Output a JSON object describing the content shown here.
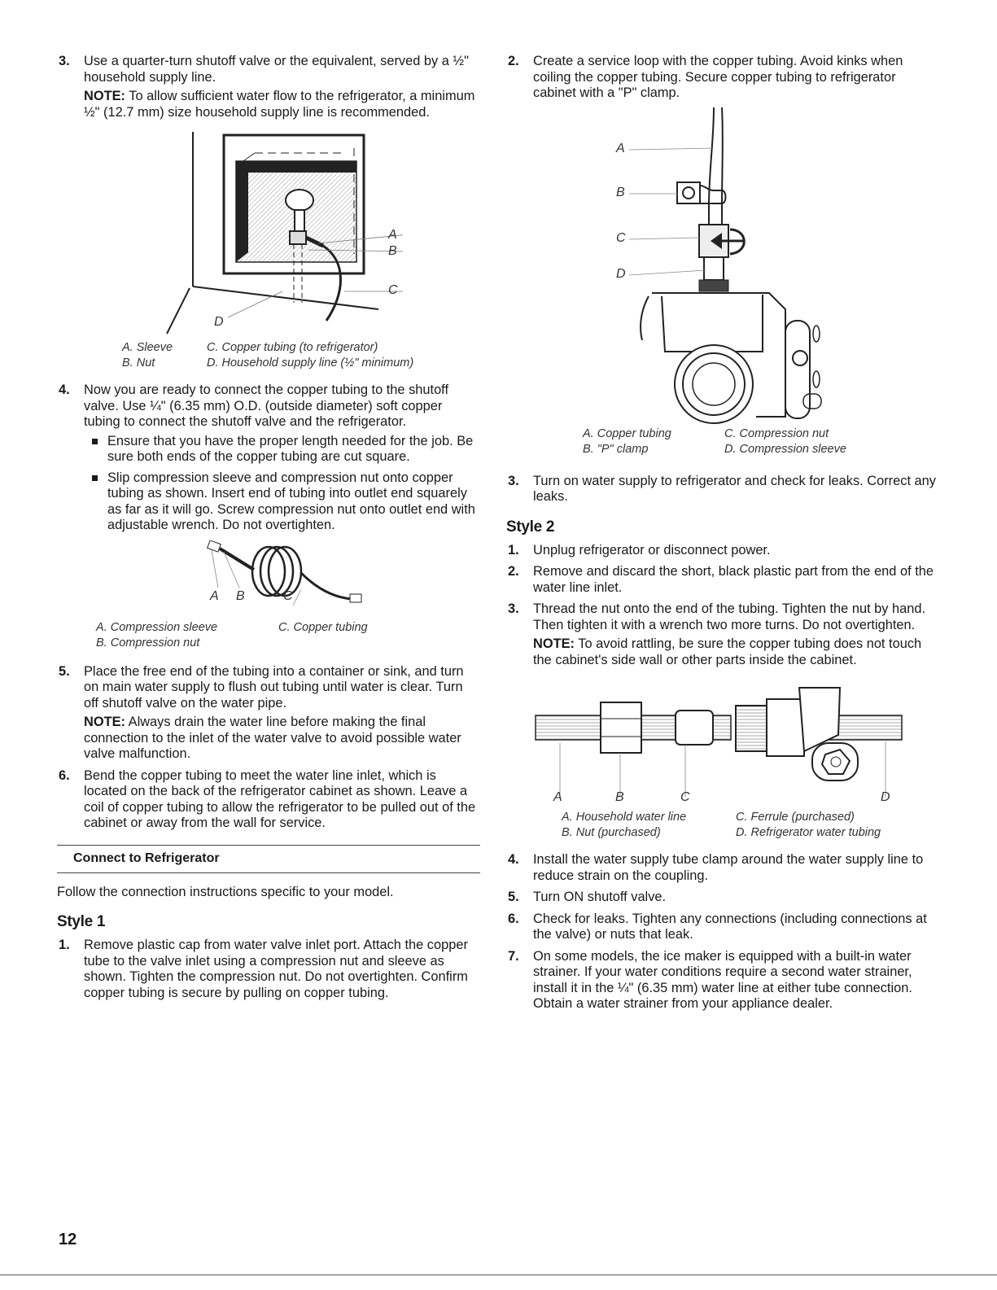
{
  "left": {
    "step3": {
      "num": "3.",
      "text": "Use a quarter-turn shutoff valve or the equivalent, served by a ½\" household supply line.",
      "note_label": "NOTE:",
      "note_text": " To allow sufficient water flow to the refrigerator, a minimum ½\" (12.7 mm) size household supply line is recommended."
    },
    "fig1": {
      "labels": {
        "a": "A",
        "b": "B",
        "c": "C",
        "d": "D"
      },
      "caption": [
        "A. Sleeve",
        "C. Copper tubing (to refrigerator)",
        "B. Nut",
        "D. Household supply line (½\" minimum)"
      ]
    },
    "step4": {
      "num": "4.",
      "text": "Now you are ready to connect the copper tubing to the shutoff valve. Use ¼\" (6.35 mm) O.D. (outside diameter) soft copper tubing to connect the shutoff valve and the refrigerator.",
      "bullets": [
        "Ensure that you have the proper length needed for the job. Be sure both ends of the copper tubing are cut square.",
        "Slip compression sleeve and compression nut onto copper tubing as shown. Insert end of tubing into outlet end squarely as far as it will go. Screw compression nut onto outlet end with adjustable wrench. Do not overtighten."
      ]
    },
    "fig2": {
      "labels": {
        "a": "A",
        "b": "B",
        "c": "C"
      },
      "caption": [
        "A. Compression sleeve",
        "C. Copper tubing",
        "B. Compression nut",
        ""
      ]
    },
    "step5": {
      "num": "5.",
      "text": "Place the free end of the tubing into a container or sink, and turn on main water supply to flush out tubing until water is clear. Turn off shutoff valve on the water pipe.",
      "note_label": "NOTE:",
      "note_text": " Always drain the water line before making the final connection to the inlet of the water valve to avoid possible water valve malfunction."
    },
    "step6": {
      "num": "6.",
      "text": "Bend the copper tubing to meet the water line inlet, which is located on the back of the refrigerator cabinet as shown. Leave a coil of copper tubing to allow the refrigerator to be pulled out of the cabinet or away from the wall for service."
    },
    "section_title": "Connect to Refrigerator",
    "section_intro": "Follow the connection instructions specific to your model.",
    "style1_heading": "Style 1",
    "style1_step1": {
      "num": "1.",
      "text": "Remove plastic cap from water valve inlet port. Attach the copper tube to the valve inlet using a compression nut and sleeve as shown. Tighten the compression nut. Do not overtighten. Confirm copper tubing is secure by pulling on copper tubing."
    }
  },
  "right": {
    "step2": {
      "num": "2.",
      "text": "Create a service loop with the copper tubing. Avoid kinks when coiling the copper tubing. Secure copper tubing to refrigerator cabinet with a \"P\" clamp."
    },
    "fig3": {
      "labels": {
        "a": "A",
        "b": "B",
        "c": "C",
        "d": "D"
      },
      "caption": [
        "A. Copper tubing",
        "C. Compression nut",
        "B. \"P\" clamp",
        "D. Compression sleeve"
      ]
    },
    "step3": {
      "num": "3.",
      "text": "Turn on water supply to refrigerator and check for leaks. Correct any leaks."
    },
    "style2_heading": "Style 2",
    "style2_steps": [
      {
        "num": "1.",
        "text": "Unplug refrigerator or disconnect power."
      },
      {
        "num": "2.",
        "text": "Remove and discard the short, black plastic part from the end of the water line inlet."
      },
      {
        "num": "3.",
        "text": "Thread the nut onto the end of the tubing. Tighten the nut by hand. Then tighten it with a wrench two more turns. Do not overtighten."
      }
    ],
    "style2_note_label": "NOTE:",
    "style2_note_text": " To avoid rattling, be sure the copper tubing does not touch the cabinet's side wall or other parts inside the cabinet.",
    "fig4": {
      "labels": {
        "a": "A",
        "b": "B",
        "c": "C",
        "d": "D"
      },
      "caption": [
        "A. Household water line",
        "C. Ferrule (purchased)",
        "B. Nut (purchased)",
        "D. Refrigerator water tubing"
      ]
    },
    "final_steps": [
      {
        "num": "4.",
        "text": "Install the water supply tube clamp around the water supply line to reduce strain on the coupling."
      },
      {
        "num": "5.",
        "text": "Turn ON shutoff valve."
      },
      {
        "num": "6.",
        "text": "Check for leaks. Tighten any connections (including connections at the valve) or nuts that leak."
      },
      {
        "num": "7.",
        "text": "On some models, the ice maker is equipped with a built-in water strainer. If your water conditions require a second water strainer, install it in the ¼\" (6.35 mm) water line at either tube connection. Obtain a water strainer from your appliance dealer."
      }
    ]
  },
  "page_number": "12"
}
